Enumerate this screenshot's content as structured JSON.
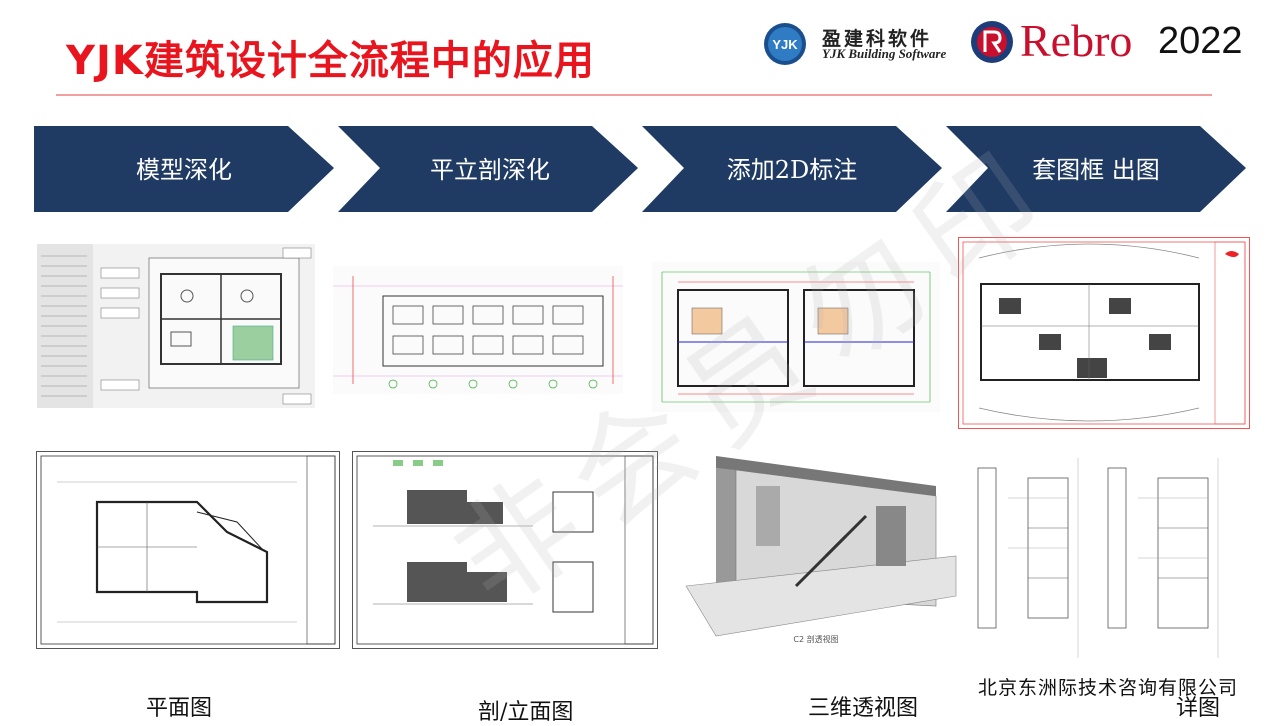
{
  "header": {
    "title": "YJK建筑设计全流程中的应用",
    "yjk_logo_cn": "盈建科软件",
    "yjk_logo_en": "YJK Building Software",
    "yjk_badge": "YJK",
    "rebro_logo": "Rebro",
    "rebro_year": "2022"
  },
  "process": {
    "steps": [
      {
        "label": "模型深化"
      },
      {
        "label": "平立剖深化"
      },
      {
        "label": "添加2D标注"
      },
      {
        "label": "套图框  出图"
      }
    ],
    "arrow_color": "#1f3a63"
  },
  "thumbnails": {
    "top": [
      "model-ui-screenshot",
      "elevation-drawing",
      "annotated-plan-drawing",
      "framed-sheet-drawing"
    ],
    "bottom": [
      "plan-sheet",
      "section-elevation-sheet",
      "3d-section-perspective",
      "detail-drawing"
    ],
    "perspective_caption": "C2 剖透视图"
  },
  "captions": {
    "plan": "平面图",
    "section": "剖/立面图",
    "perspective": "三维透视图",
    "detail": "详图"
  },
  "footer": {
    "company": "北京东洲际技术咨询有限公司"
  },
  "watermark": "非会员勿印",
  "colors": {
    "title": "#e8141e",
    "accent_rule": "#f0a0a0",
    "rebro_red": "#c8102e"
  }
}
